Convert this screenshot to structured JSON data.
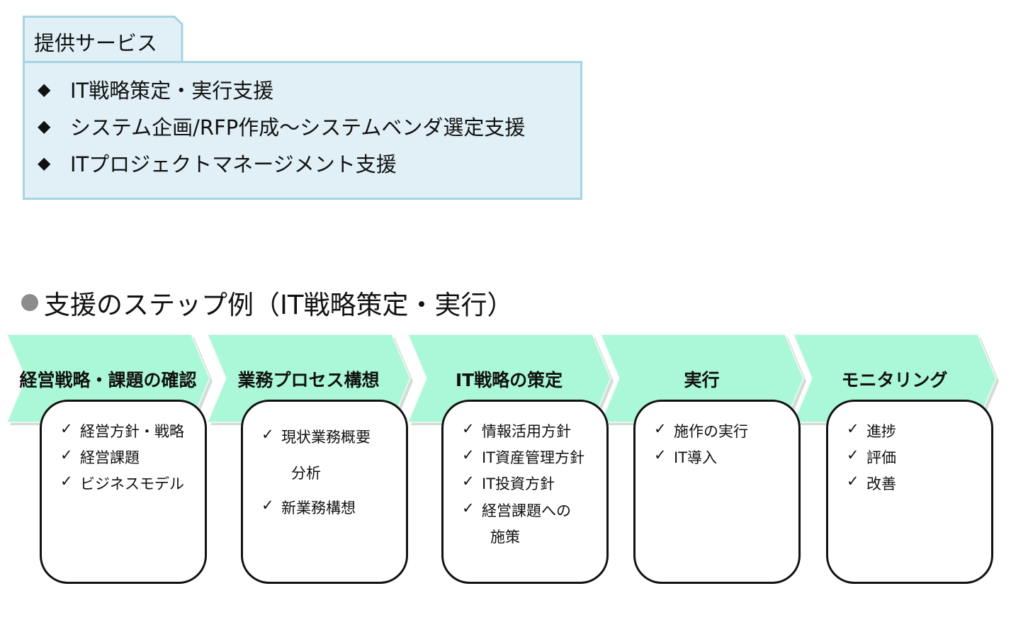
{
  "services": {
    "tab_label": "提供サービス",
    "bullet": "◆",
    "items": [
      "IT戦略策定・実行支援",
      "システム企画/RFP作成～システムベンダ選定支援",
      "ITプロジェクトマネージメント支援"
    ]
  },
  "steps_section": {
    "heading": "支援のステップ例（IT戦略策定・実行）",
    "check": "✓",
    "steps": [
      {
        "title": "経営戦略・課題の確認",
        "items": [
          "経営方針・戦略",
          "経営課題",
          "ビジネスモデル"
        ]
      },
      {
        "title": "業務プロセス構想",
        "items": [
          "現状業務概要",
          "新業務構想"
        ],
        "continuation": "分析"
      },
      {
        "title": "IT戦略の策定",
        "items": [
          "情報活用方針",
          "IT資産管理方針",
          "IT投資方針",
          "経営課題への"
        ],
        "continuation": "施策"
      },
      {
        "title": "実行",
        "items": [
          "施作の実行",
          "IT導入"
        ]
      },
      {
        "title": "モニタリング",
        "items": [
          "進捗",
          "評価",
          "改善"
        ]
      }
    ]
  },
  "colors": {
    "service_box_fill": "#e0f0f6",
    "service_box_border": "#a6d4e2",
    "chevron_fill": "#aaf8d8",
    "chevron_shadow": "#d4dcd6",
    "bullet_dot": "#8c8c8c"
  }
}
